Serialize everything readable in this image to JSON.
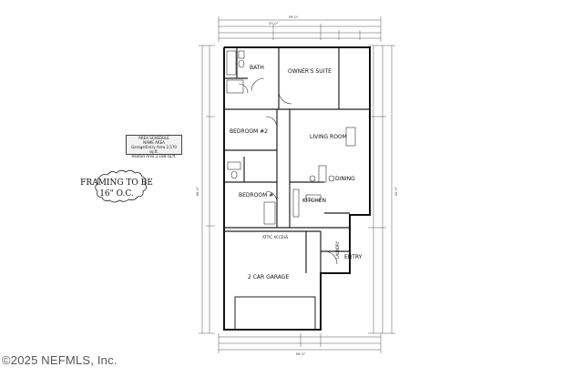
{
  "rooms": {
    "bath": "BATH",
    "owners_suite": "OWNER'S SUITE",
    "bedroom_2": "BEDROOM #2",
    "living_room": "LIVING ROOM",
    "dining": "DINING",
    "bedroom_3": "BEDROOM #",
    "kitchen": "KITCHEN",
    "garage": "2 CAR GARAGE",
    "entry": "ENTRY",
    "attic": "ATTIC ACCESS",
    "laundry": "LAUNDRY"
  },
  "area_table": {
    "title": "AREA SCHEDULE",
    "header": "NAME    AREA",
    "row1": "Garage/Entry Area  2,570 sq.ft.",
    "row2": "Heated Area  2,188 sq.ft."
  },
  "framing_note": {
    "line1": "FRAMING TO BE",
    "line2": "16\" O.C."
  },
  "dimensions": {
    "top_overall": "59'-0\"",
    "top_sub": "37'-0\"",
    "bottom_overall": "59'-0\"",
    "left_overall": "66'-0\"",
    "right_overall": "44'-0\""
  },
  "copyright": "©2025 NEFMLS, Inc."
}
